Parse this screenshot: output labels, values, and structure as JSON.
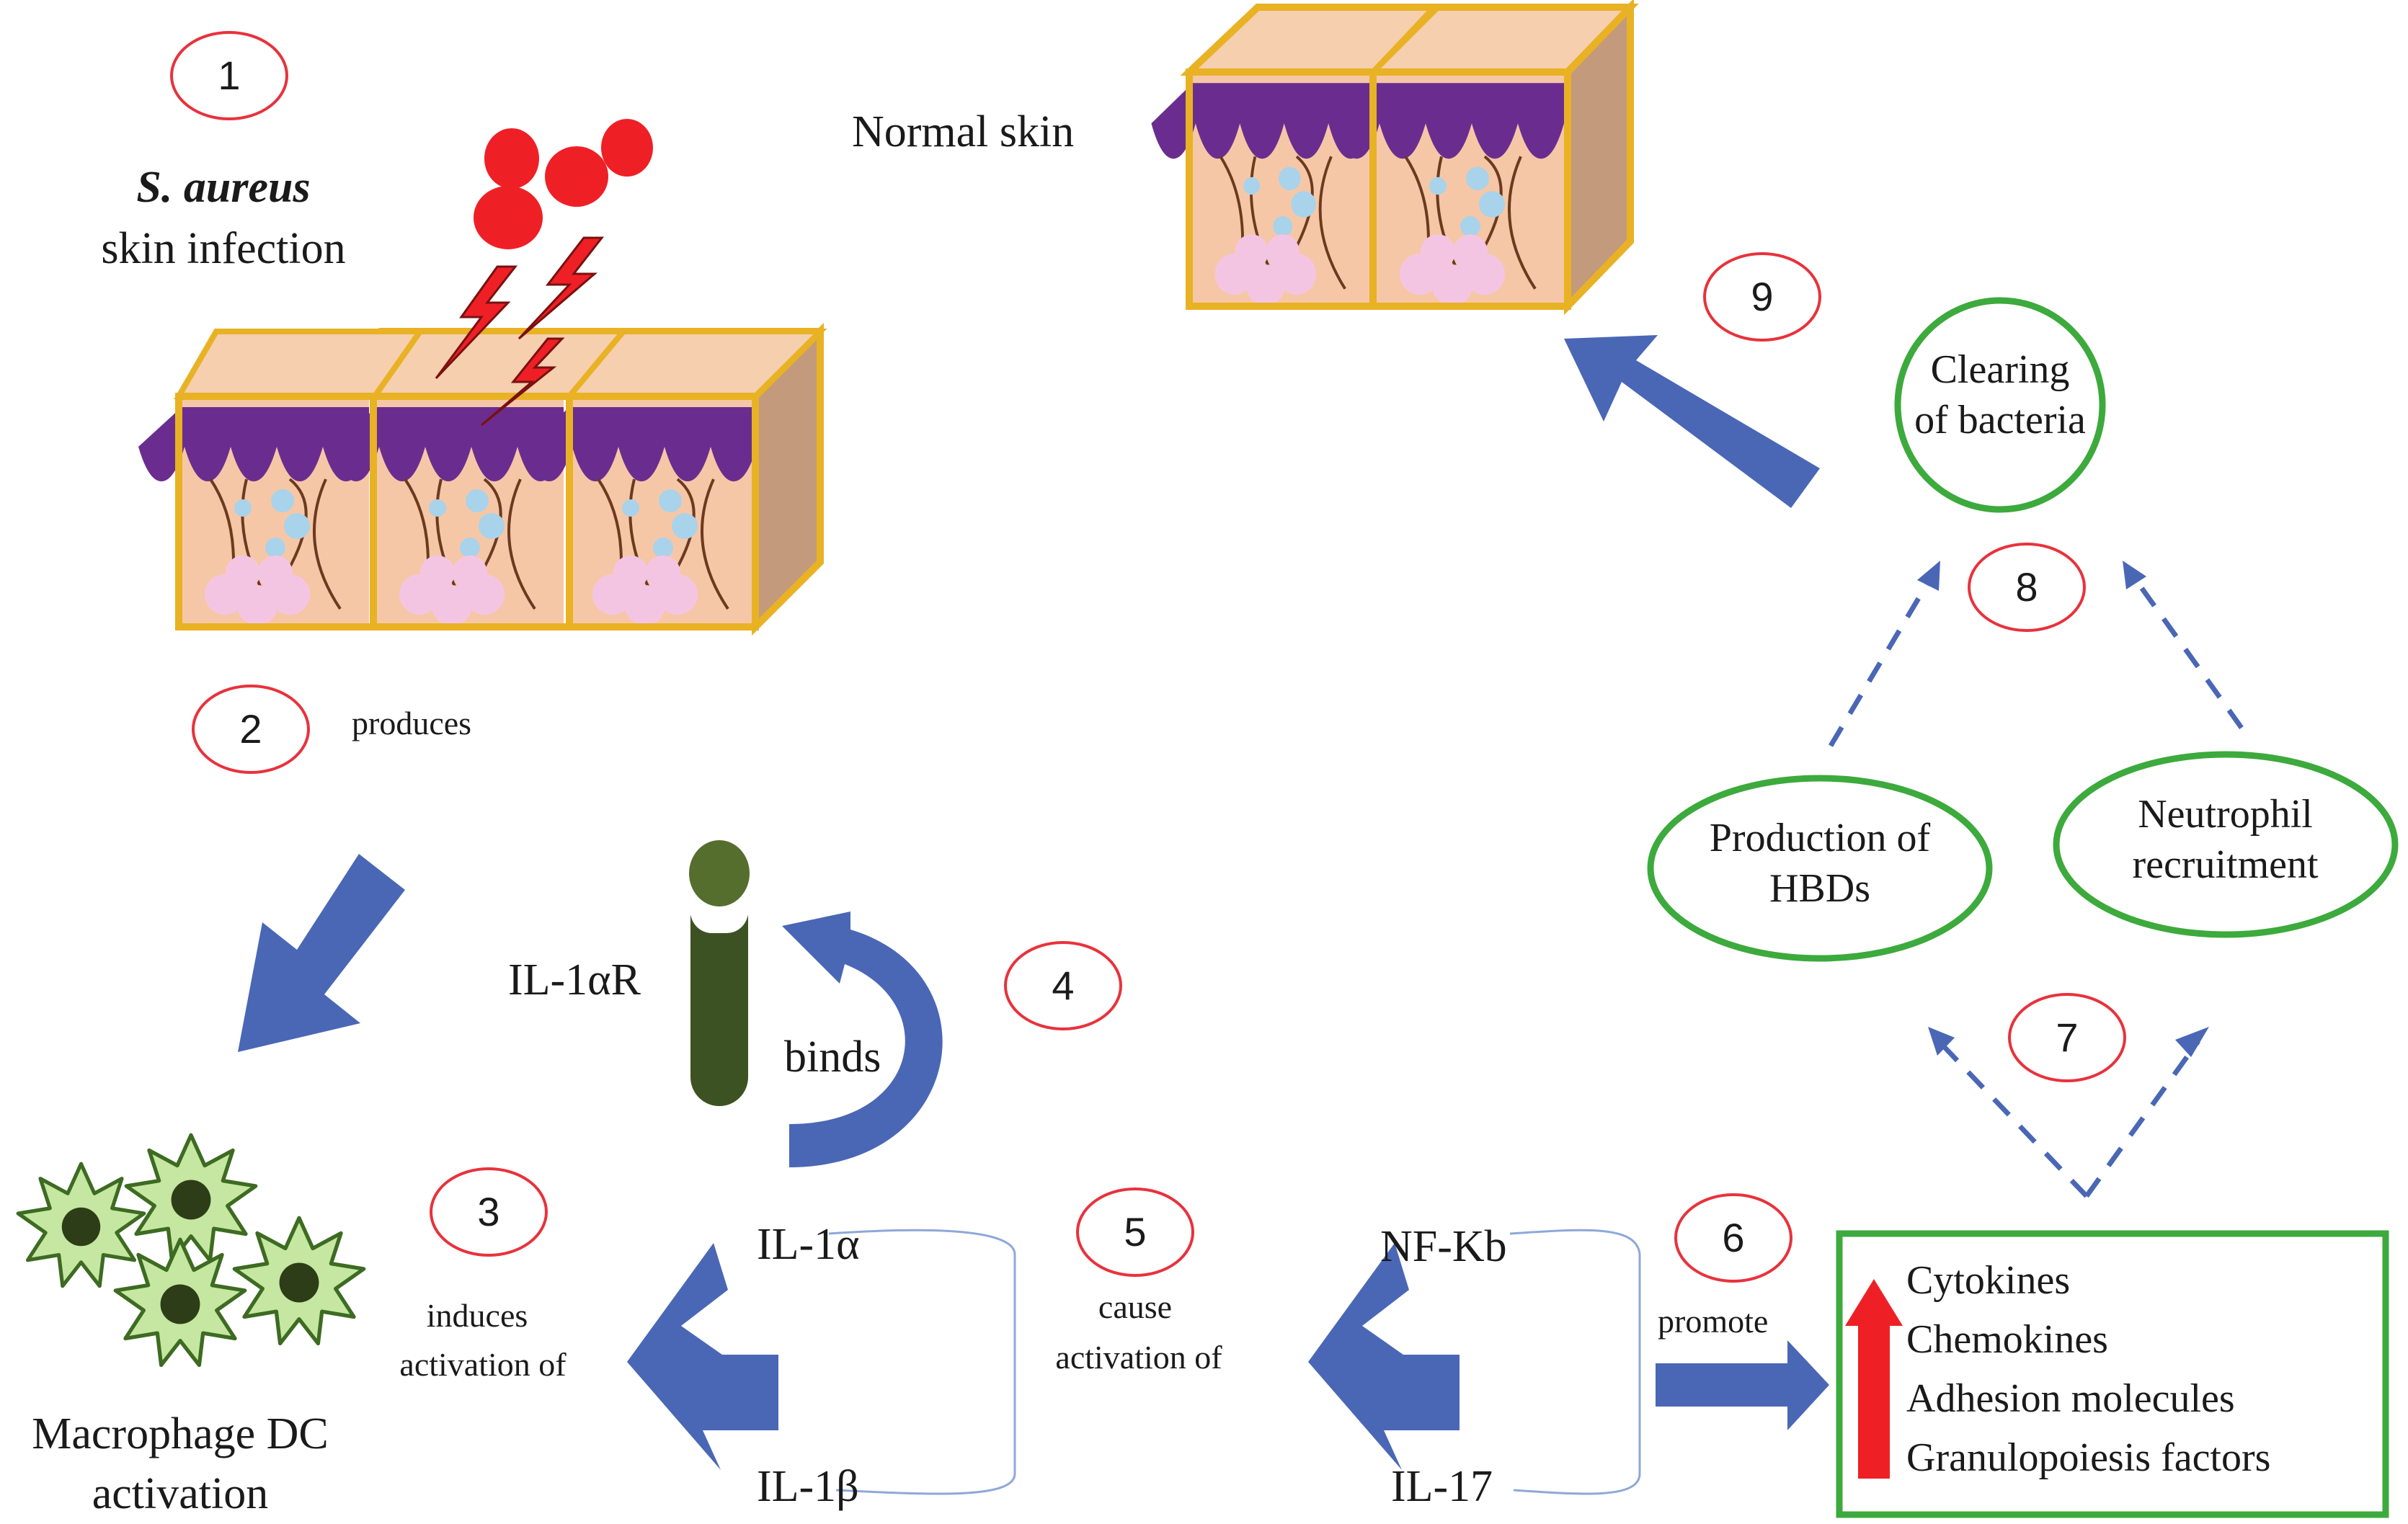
{
  "steps": [
    "1",
    "2",
    "3",
    "4",
    "5",
    "6",
    "7",
    "8",
    "9"
  ],
  "labels": {
    "organism": "S. aureus",
    "infection": "skin infection",
    "normal_skin": "Normal skin",
    "produces": "produces",
    "macrophage_line1": "Macrophage DC",
    "macrophage_line2": "activation",
    "induces_line1": "induces",
    "induces_line2": "activation of",
    "receptor": "IL-1αR",
    "binds": "binds",
    "il1a": "IL-1α",
    "il1b": "IL-1β",
    "cause_line1": "cause",
    "cause_line2": "activation of",
    "nfkb": "NF-Kb",
    "il17": "IL-17",
    "promote": "promote"
  },
  "nodes": {
    "clearing_line1": "Clearing",
    "clearing_line2": "of bacteria",
    "hbd_line1": "Production of",
    "hbd_line2": "HBDs",
    "neutrophil_line1": "Neutrophil",
    "neutrophil_line2": "recruitment"
  },
  "box_items": [
    "Cytokines",
    "Chemokines",
    "Adhesion molecules",
    "Granulopoiesis factors"
  ],
  "colors": {
    "arrow_blue": "#4a67b6",
    "node_green": "#3caa3c",
    "step_red": "#e8323c",
    "bacteria_red": "#ee2026",
    "skin_border": "#e8b224",
    "skin_top": "#f5cfae",
    "skin_side": "#c49a7c",
    "skin_body": "#f6c7a6",
    "melanocyte_purple": "#6a2d8f",
    "receptor_green": "#3d5222",
    "cell_green": "#c5e7a2"
  }
}
